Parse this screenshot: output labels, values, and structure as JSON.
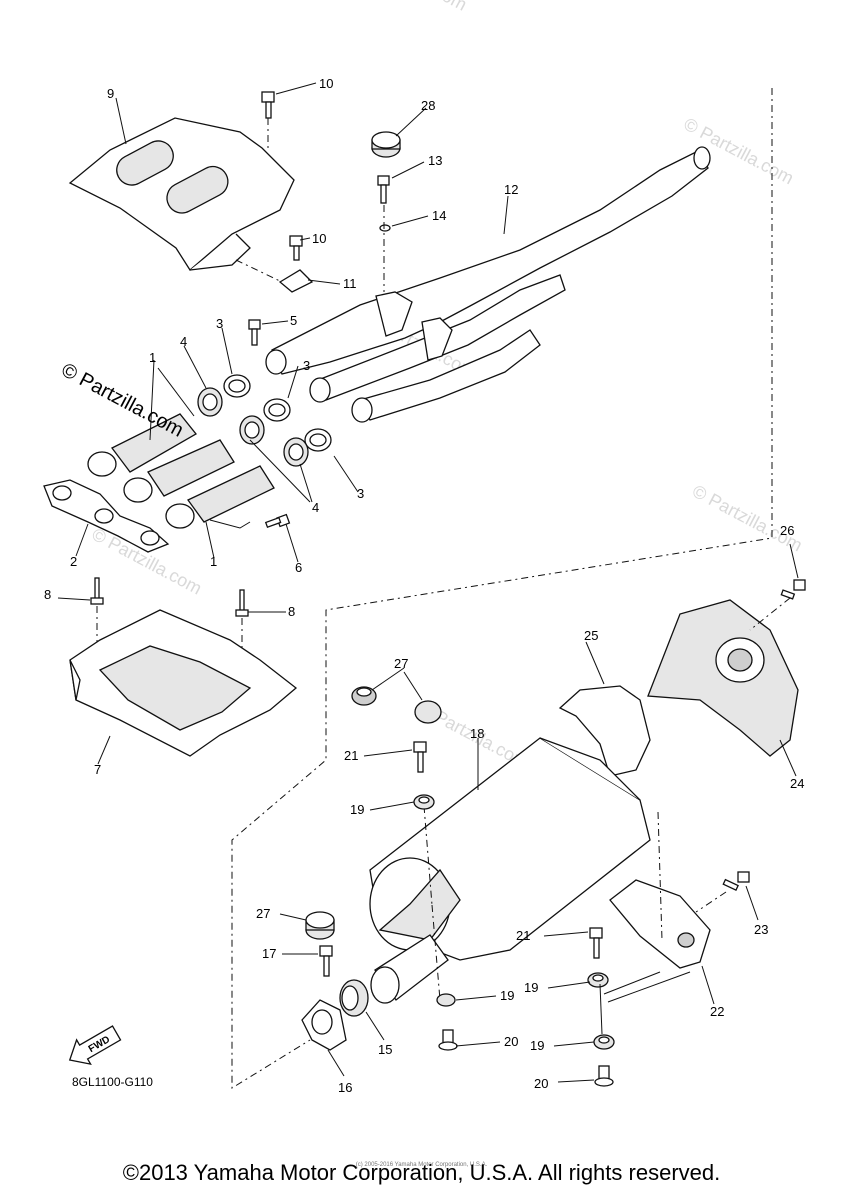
{
  "diagram_code": "8GL1100-G110",
  "copyright": "©2013 Yamaha Motor Corporation, U.S.A. All rights reserved.",
  "tiny_copyright": "(c) 2005-2016 Yamaha Motor Corporation, U.S.A.",
  "fwd_label": "FWD",
  "watermark_main": "© Partzilla.com",
  "watermark_tile": "© Partzilla.com",
  "callouts": [
    "1",
    "2",
    "3",
    "4",
    "5",
    "6",
    "7",
    "8",
    "9",
    "10",
    "11",
    "12",
    "13",
    "14",
    "15",
    "16",
    "17",
    "18",
    "19",
    "20",
    "21",
    "22",
    "23",
    "24",
    "25",
    "26",
    "27",
    "28"
  ]
}
